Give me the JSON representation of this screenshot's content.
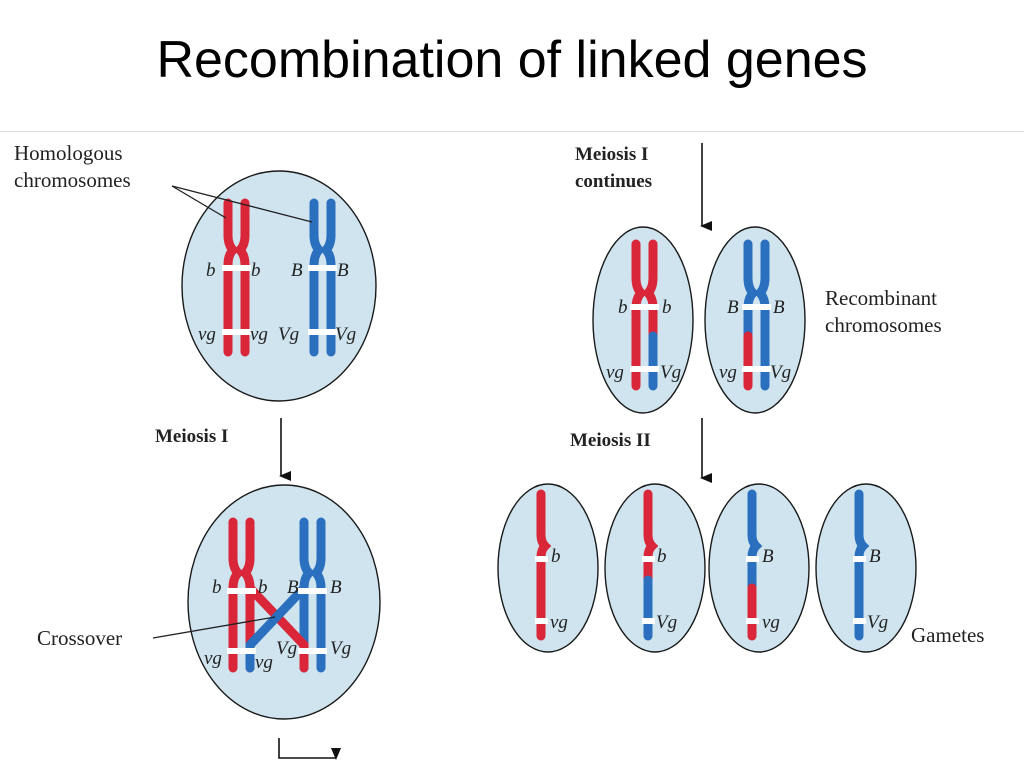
{
  "title": "Recombination of linked genes",
  "labels": {
    "homologous": [
      "Homologous",
      "chromosomes"
    ],
    "meiosis1": "Meiosis I",
    "crossover": "Crossover",
    "meiosis1_continues": [
      "Meiosis I",
      "continues"
    ],
    "recombinant": [
      "Recombinant",
      "chromosomes"
    ],
    "meiosis2": "Meiosis II",
    "gametes": "Gametes"
  },
  "genes": {
    "b": "b",
    "B": "B",
    "vg": "vg",
    "Vg": "Vg"
  },
  "colors": {
    "maternal": "#d92638",
    "paternal": "#2b6fbf",
    "cell": "#cfe4ef",
    "band": "#ffffff"
  }
}
